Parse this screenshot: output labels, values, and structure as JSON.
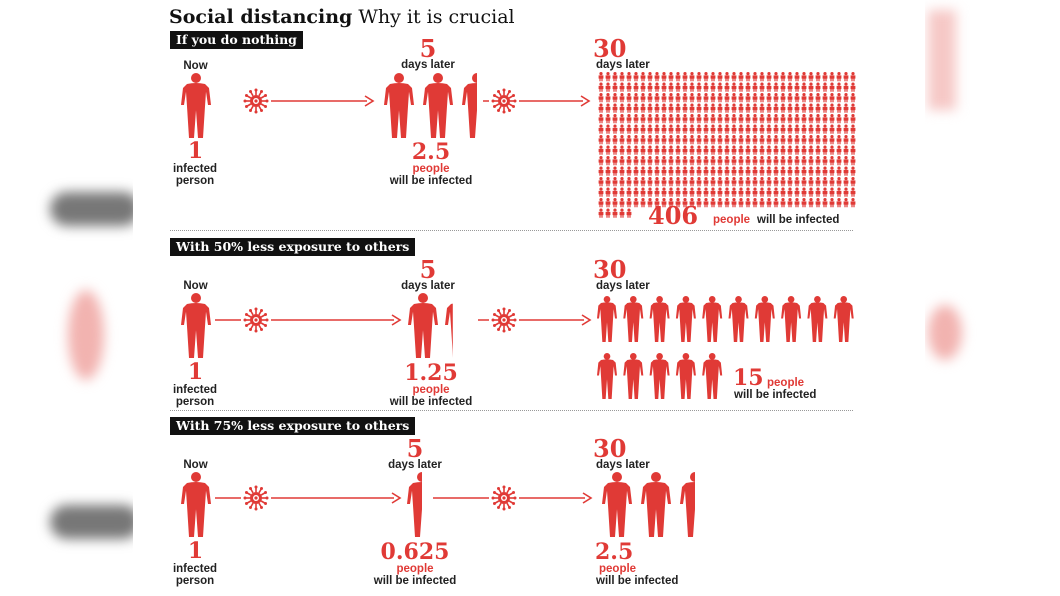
{
  "title": {
    "bold": "Social distancing",
    "rest": "Why it is crucial"
  },
  "colors": {
    "accent": "#e03a36",
    "banner": "#111111",
    "text": "#222222"
  },
  "icons": {
    "person": "person-icon",
    "virus": "virus-icon",
    "arrow": "arrow-right-icon"
  },
  "common": {
    "now": "Now",
    "one": "1",
    "infected_person": [
      "infected",
      "person"
    ],
    "days_later": "days later",
    "five": "5",
    "thirty": "30",
    "people": "people",
    "will_be_infected": "will be infected"
  },
  "scenarios": [
    {
      "banner": "If you do nothing",
      "day5_value": "2.5",
      "day30_value": "406"
    },
    {
      "banner": "With 50% less exposure to others",
      "day5_value": "1.25",
      "day30_value": "15"
    },
    {
      "banner": "With 75% less exposure to others",
      "day5_value": "0.625",
      "day30_value": "2.5"
    }
  ]
}
